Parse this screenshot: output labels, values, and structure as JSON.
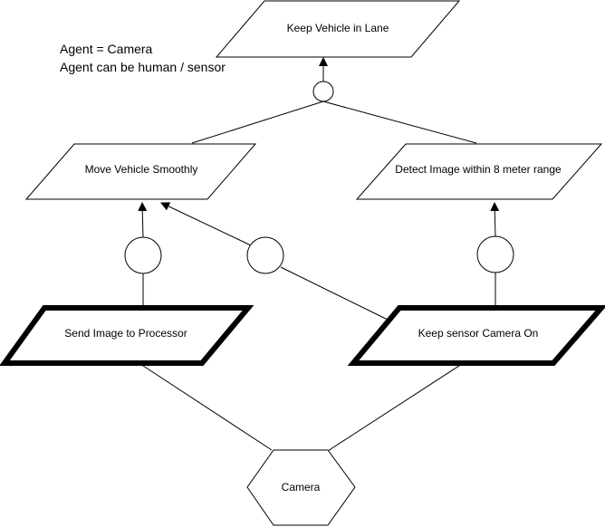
{
  "notes": {
    "line1": "Agent = Camera",
    "line2": "Agent can be human / sensor"
  },
  "goals": {
    "top": "Keep Vehicle in Lane",
    "left": "Move Vehicle Smoothly",
    "right": "Detect Image within  8 meter range"
  },
  "tasks": {
    "left": "Send Image to Processor",
    "right": "Keep sensor Camera On"
  },
  "agent": {
    "label": "Camera"
  }
}
